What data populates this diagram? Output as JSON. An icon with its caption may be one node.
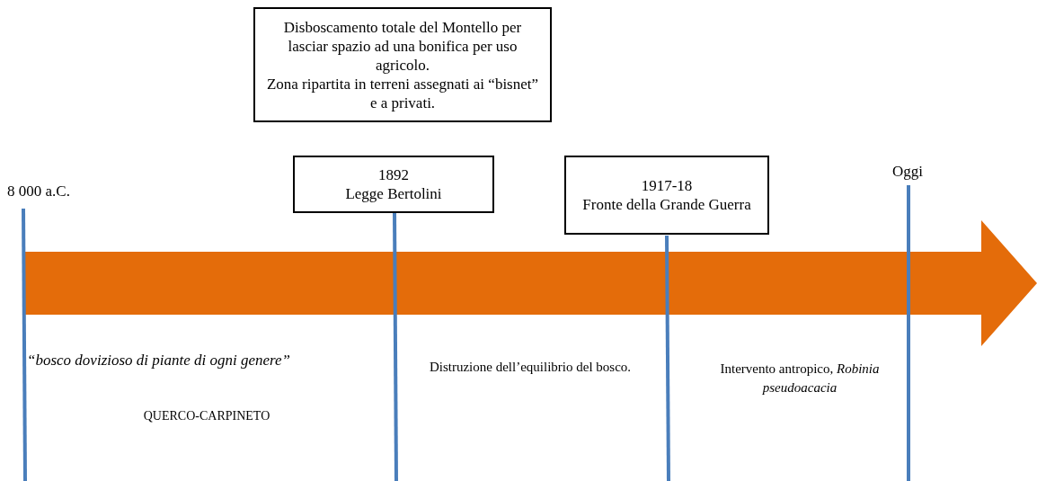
{
  "diagram": {
    "nodes": [
      {
        "text": [
          "Disboscamento totale del Montello per lasciar spazio ad una bonifica per uso agricolo.",
          "Zona ripartita in terreni assegnati ai “bisnet” e a privati."
        ]
      },
      {
        "text": [
          "1892",
          "Legge Bertolini"
        ]
      },
      {
        "text": [
          "1917-18",
          "Fronte della Grande Guerra"
        ]
      }
    ],
    "labels": [
      "8 000 a.C.",
      "Oggi",
      "“bosco dovizioso di piante di ogni genere”",
      "QUERCO-CARPINETO",
      "Distruzione dell’equilibrio del bosco.",
      "Intervento antropico, *Robinia pseudoacacia*"
    ]
  }
}
